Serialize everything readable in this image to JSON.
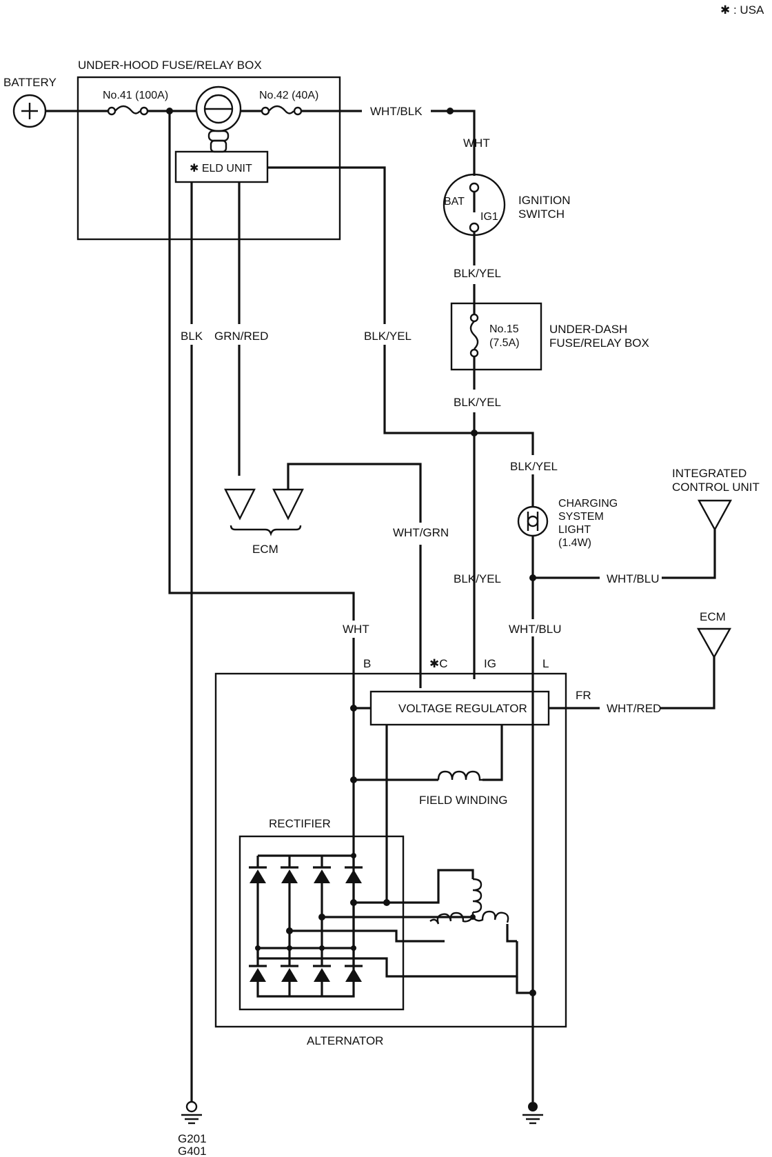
{
  "note": "✱ : USA",
  "labels": {
    "battery": "BATTERY",
    "battery_symbol": "+",
    "underhood_box": "UNDER-HOOD FUSE/RELAY BOX",
    "fuse41": "No.41 (100A)",
    "fuse42": "No.42 (40A)",
    "eld_unit": "✱ ELD UNIT",
    "wht_blk": "WHT/BLK",
    "wht_top": "WHT",
    "bat": "BAT",
    "ig1": "IG1",
    "ignition_switch_1": "IGNITION",
    "ignition_switch_2": "SWITCH",
    "blk_yel_1": "BLK/YEL",
    "fuse15_1": "No.15",
    "fuse15_2": "(7.5A)",
    "underdash_1": "UNDER-DASH",
    "underdash_2": "FUSE/RELAY BOX",
    "blk_yel_2": "BLK/YEL",
    "blk": "BLK",
    "grn_red": "GRN/RED",
    "blk_yel_3": "BLK/YEL",
    "blk_yel_4": "BLK/YEL",
    "icu_1": "INTEGRATED",
    "icu_2": "CONTROL UNIT",
    "charging_1": "CHARGING",
    "charging_2": "SYSTEM",
    "charging_3": "LIGHT",
    "charging_4": "(1.4W)",
    "ecm_left": "ECM",
    "wht_grn": "WHT/GRN",
    "blk_yel_5": "BLK/YEL",
    "wht_blu_1": "WHT/BLU",
    "wht_mid": "WHT",
    "wht_blu_2": "WHT/BLU",
    "ecm_right": "ECM",
    "term_b": "B",
    "term_c": "✱C",
    "term_ig": "IG",
    "term_l": "L",
    "voltage_regulator": "VOLTAGE REGULATOR",
    "fr": "FR",
    "wht_red": "WHT/RED",
    "field_winding": "FIELD WINDING",
    "rectifier": "RECTIFIER",
    "alternator": "ALTERNATOR",
    "ground_1": "G201",
    "ground_2": "G401"
  }
}
